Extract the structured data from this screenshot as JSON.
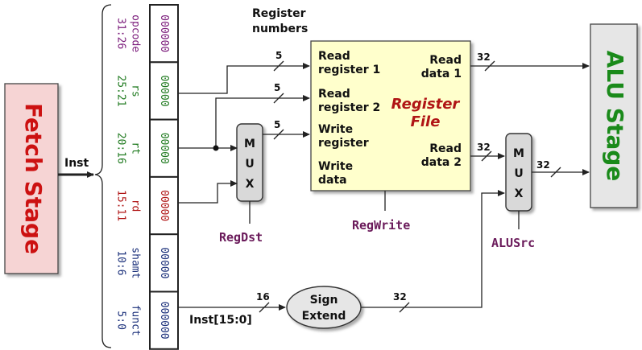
{
  "fetch_stage": {
    "label": "Fetch Stage"
  },
  "alu_stage": {
    "label": "ALU Stage"
  },
  "inst_label": "Inst",
  "register_numbers": [
    "Register",
    "numbers"
  ],
  "fields": [
    {
      "name": "opcode",
      "bits": "31:26",
      "value": "000000",
      "color": "#7a1a7a"
    },
    {
      "name": "rs",
      "bits": "25:21",
      "value": "00000",
      "color": "#1f7a1f"
    },
    {
      "name": "rt",
      "bits": "20:16",
      "value": "00000",
      "color": "#1f7a1f"
    },
    {
      "name": "rd",
      "bits": "15:11",
      "value": "00000",
      "color": "#b01515"
    },
    {
      "name": "shamt",
      "bits": "10:6",
      "value": "00000",
      "color": "#1a2f7a"
    },
    {
      "name": "funct",
      "bits": "5:0",
      "value": "000000",
      "color": "#1a2f7a"
    }
  ],
  "register_file": {
    "title_line1": "Register",
    "title_line2": "File",
    "read_reg1": [
      "Read",
      "register 1"
    ],
    "read_reg2": [
      "Read",
      "register 2"
    ],
    "write_reg": [
      "Write",
      "register"
    ],
    "write_data": [
      "Write",
      "data"
    ],
    "read_data1": [
      "Read",
      "data 1"
    ],
    "read_data2": [
      "Read",
      "data 2"
    ]
  },
  "mux_label": [
    "M",
    "U",
    "X"
  ],
  "reg_dst": "RegDst",
  "reg_write": "RegWrite",
  "alu_src": "ALUSrc",
  "sign_extend": [
    "Sign",
    "Extend"
  ],
  "inst_15_0": "Inst[15:0]",
  "bus_widths": {
    "five": "5",
    "thirty_two": "32",
    "sixteen": "16"
  },
  "colors": {
    "fetch_fill": "#f6d4d4",
    "fetch_text": "#cc1111",
    "alu_fill": "#e6e6e6",
    "alu_text": "#1a8a1a",
    "regfile_fill": "#ffffcc",
    "regfile_title": "#b01515",
    "control_text": "#6a1a5a",
    "mux_fill": "#d9d9d9"
  }
}
